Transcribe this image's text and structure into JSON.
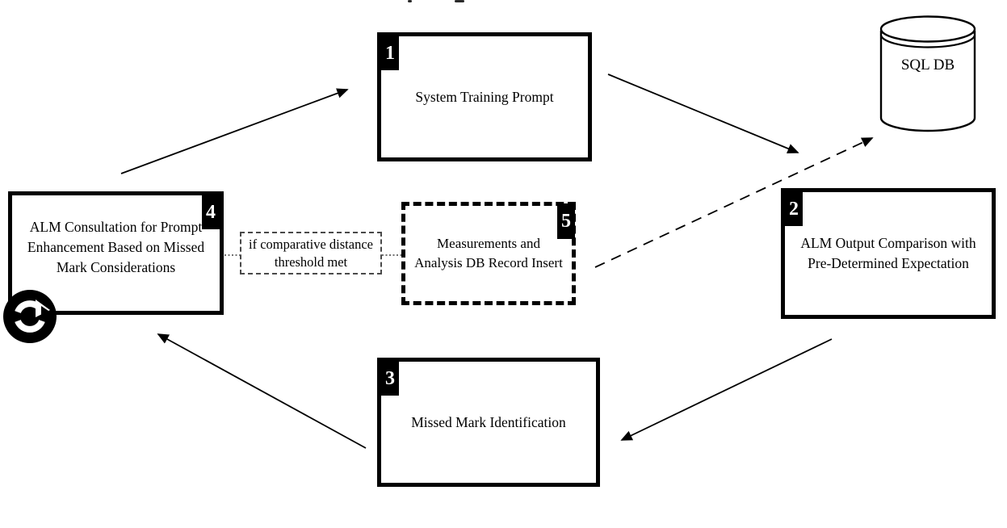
{
  "diagram": {
    "background_color": "#ffffff",
    "accent_color": "#000000",
    "nodes": {
      "n1": {
        "badge": "1",
        "label": "System Training Prompt"
      },
      "n2": {
        "badge": "2",
        "label": "ALM Output Comparison with Pre-Determined Expectation"
      },
      "n3": {
        "badge": "3",
        "label": "Missed Mark Identification"
      },
      "n4": {
        "badge": "4",
        "label": "ALM Consultation for Prompt Enhancement Based on Missed Mark Considerations"
      },
      "n5": {
        "badge": "5",
        "label": "Measurements and Analysis DB Record Insert"
      }
    },
    "condition_label": "if comparative distance threshold met",
    "database": {
      "label": "SQL DB"
    },
    "icons": {
      "refresh_icon": "circular-refresh-arrow",
      "database_icon": "database-cylinder"
    }
  }
}
